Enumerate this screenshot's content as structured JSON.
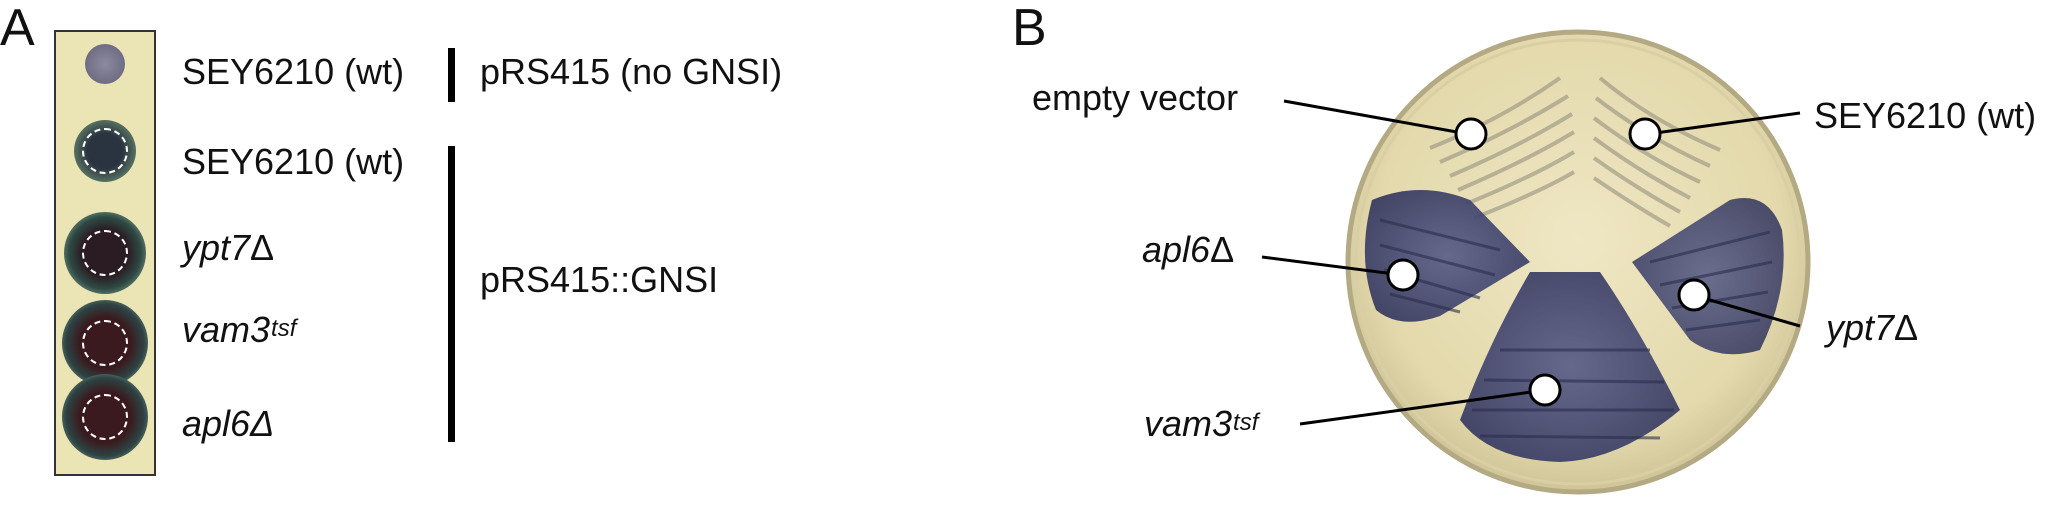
{
  "panel_a": {
    "letter": "A",
    "strains": [
      {
        "name": "SEY6210 (wt)",
        "suffix": "",
        "italic": false
      },
      {
        "name": "SEY6210 (wt)",
        "suffix": "",
        "italic": false
      },
      {
        "name": "ypt7",
        "suffix": "Δ",
        "italic": true
      },
      {
        "name": "vam3",
        "suffix": "tsf",
        "italic": true
      },
      {
        "name": "apl6Δ",
        "suffix": "",
        "italic": true
      }
    ],
    "plasmid_top": "pRS415 (no GNSI)",
    "plasmid_bottom": "pRS415::GNSI"
  },
  "panel_b": {
    "letter": "B",
    "labels": {
      "empty_vector": "empty vector",
      "wt": "SEY6210 (wt)",
      "apl6_name": "apl6",
      "apl6_suffix": "Δ",
      "ypt7_name": "ypt7",
      "ypt7_suffix": "Δ",
      "vam3_name": "vam3",
      "vam3_suffix": "tsf"
    }
  },
  "colors": {
    "plate_agar": "#e8dfb5",
    "plate_rim": "#b9b08a",
    "blue_stain": "#3b3f6a",
    "strip_bg": "#ebe4b4"
  }
}
